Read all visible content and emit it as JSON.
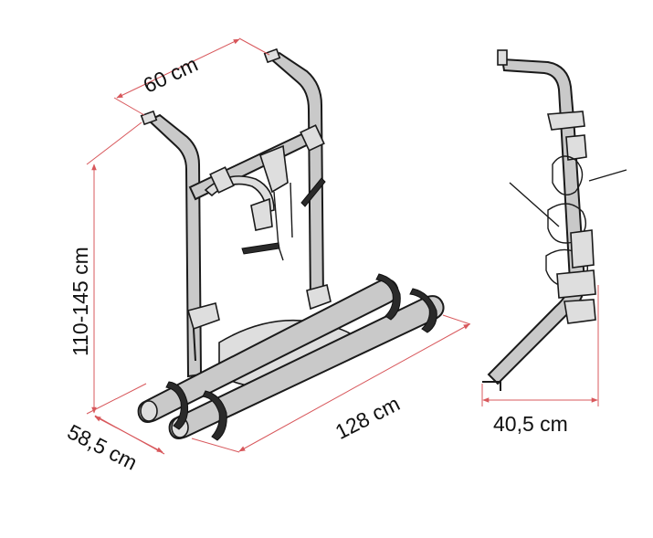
{
  "dimensions": {
    "width_top": "60 cm",
    "height": "110-145 cm",
    "depth": "58,5 cm",
    "rail_length": "128 cm",
    "side_depth": "40,5 cm"
  },
  "colors": {
    "dimension_line": "#d8585c",
    "outline": "#1a1a1a",
    "metal": "#c9c9c9"
  }
}
